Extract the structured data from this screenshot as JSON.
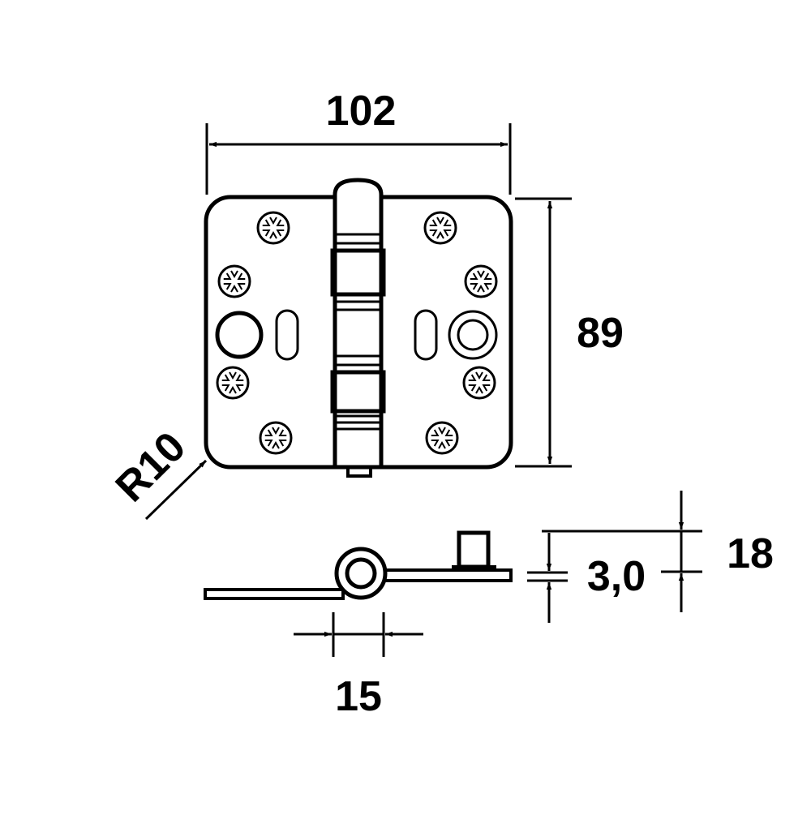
{
  "dimensions": {
    "width": "102",
    "height": "89",
    "radius": "R10",
    "knuckle_diameter": "15",
    "leaf_thickness": "3,0",
    "total_thickness": "18"
  },
  "colors": {
    "line": "#000000",
    "background": "#ffffff"
  }
}
